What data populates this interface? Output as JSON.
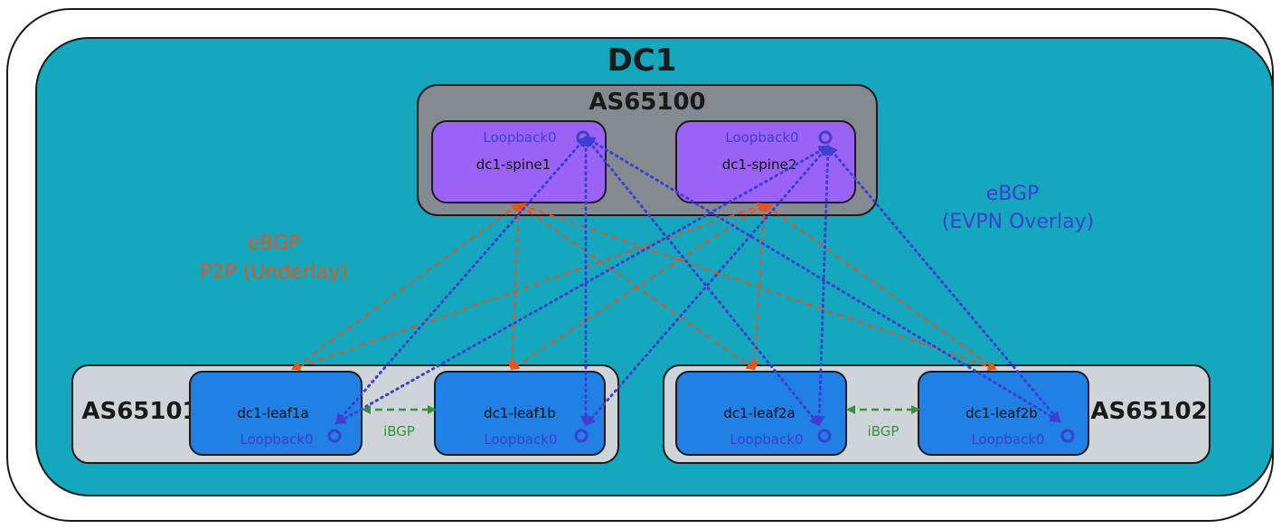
{
  "colors": {
    "outer_fill": "#ffffff",
    "dc_fill": "#15a7bd",
    "spine_group_fill": "#848a90",
    "leaf_group_fill": "#cfd4d9",
    "spine_fill": "#9b63f5",
    "leaf_fill": "#2080e4",
    "underlay": "#e2561f",
    "overlay": "#3e3fd0",
    "ibgp": "#3a8f3e",
    "ink": "#1a1a1a"
  },
  "diagram": {
    "title": "DC1",
    "spine_group": {
      "label": "AS65100"
    },
    "leaf_groups": [
      {
        "id": "as65101",
        "label": "AS65101"
      },
      {
        "id": "as65102",
        "label": "AS65102"
      }
    ],
    "loopback_label": "Loopback0",
    "spines": [
      {
        "id": "spine1",
        "label": "dc1-spine1"
      },
      {
        "id": "spine2",
        "label": "dc1-spine2"
      }
    ],
    "leaves": [
      {
        "id": "leaf1a",
        "label": "dc1-leaf1a"
      },
      {
        "id": "leaf1b",
        "label": "dc1-leaf1b"
      },
      {
        "id": "leaf2a",
        "label": "dc1-leaf2a"
      },
      {
        "id": "leaf2b",
        "label": "dc1-leaf2b"
      }
    ],
    "underlay_label": {
      "line1": "eBGP",
      "line2": "P2P (Underlay)"
    },
    "overlay_label": {
      "line1": "eBGP",
      "line2": "(EVPN Overlay)"
    },
    "ibgp_links": [
      {
        "label": "iBGP",
        "from": "leaf1a",
        "to": "leaf1b"
      },
      {
        "label": "iBGP",
        "from": "leaf2a",
        "to": "leaf2b"
      }
    ],
    "underlay_links": [
      {
        "from": "spine1",
        "to": "leaf1a"
      },
      {
        "from": "spine1",
        "to": "leaf1b"
      },
      {
        "from": "spine1",
        "to": "leaf2a"
      },
      {
        "from": "spine1",
        "to": "leaf2b"
      },
      {
        "from": "spine2",
        "to": "leaf1a"
      },
      {
        "from": "spine2",
        "to": "leaf1b"
      },
      {
        "from": "spine2",
        "to": "leaf2a"
      },
      {
        "from": "spine2",
        "to": "leaf2b"
      }
    ],
    "overlay_links": [
      {
        "from": "spine1",
        "to": "leaf1a"
      },
      {
        "from": "spine1",
        "to": "leaf1b"
      },
      {
        "from": "spine1",
        "to": "leaf2a"
      },
      {
        "from": "spine1",
        "to": "leaf2b"
      },
      {
        "from": "spine2",
        "to": "leaf1a"
      },
      {
        "from": "spine2",
        "to": "leaf1b"
      },
      {
        "from": "spine2",
        "to": "leaf2a"
      },
      {
        "from": "spine2",
        "to": "leaf2b"
      }
    ]
  }
}
